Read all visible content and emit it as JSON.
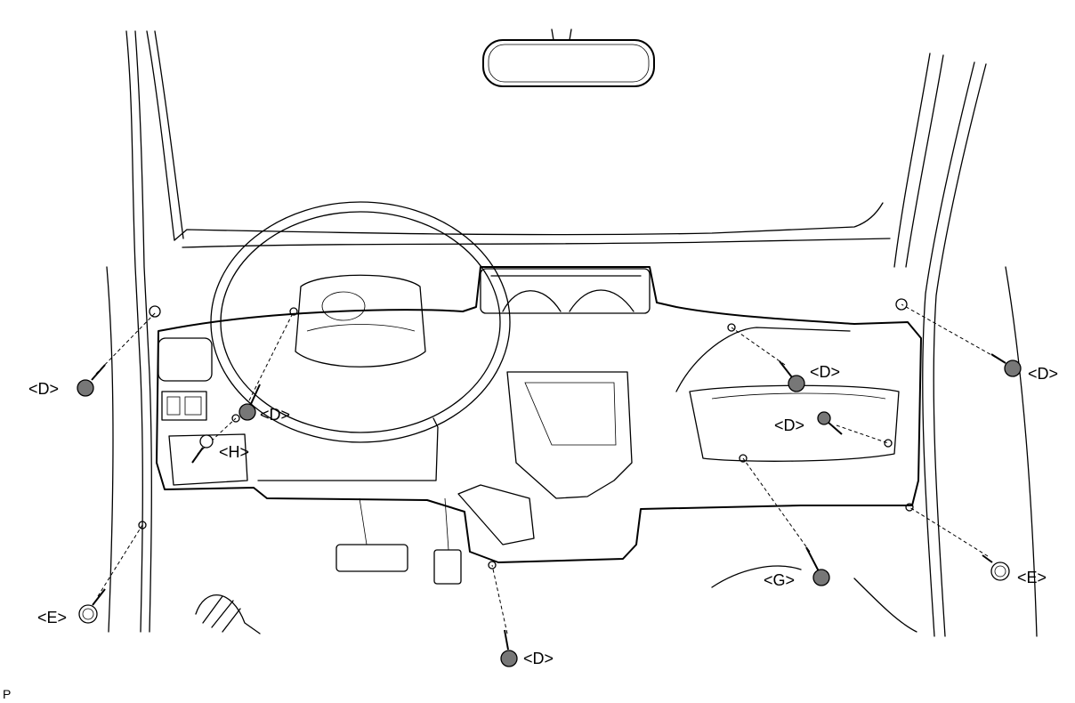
{
  "labels": {
    "d_left": "<D>",
    "d_wheel": "<D>",
    "h_left": "<H>",
    "e_left": "<E>",
    "d_bottom": "<D>",
    "g_bottom": "<G>",
    "d_center_right": "<D>",
    "d_glovebox": "<D>",
    "d_right": "<D>",
    "e_right": "<E>"
  },
  "corner_mark": "P"
}
